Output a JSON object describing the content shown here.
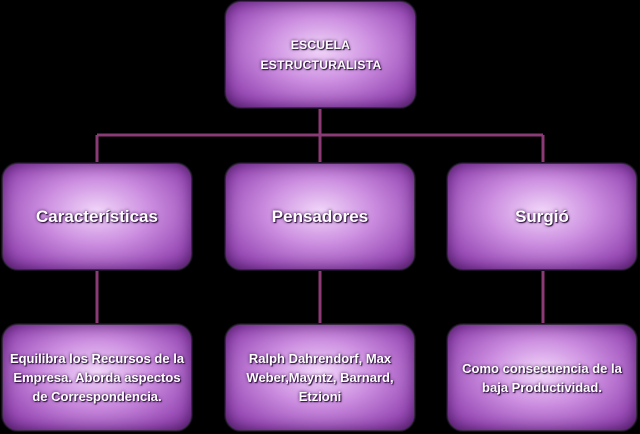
{
  "diagram": {
    "root": {
      "label": "ESCUELA ESTRUCTURALISTA"
    },
    "branches": [
      {
        "label": "Características",
        "detail": "Equilibra los Recursos de la Empresa. Aborda aspectos de Correspondencia."
      },
      {
        "label": "Pensadores",
        "detail": "Ralph Dahrendorf, Max Weber,Mayntz, Barnard, Etzioni"
      },
      {
        "label": "Surgió",
        "detail": "Como consecuencia de la baja Productividad."
      }
    ]
  },
  "colors": {
    "background": "#000000",
    "connector": "#8a3a75",
    "node_fill": "#c07fd8",
    "node_text": "#ffffff"
  }
}
